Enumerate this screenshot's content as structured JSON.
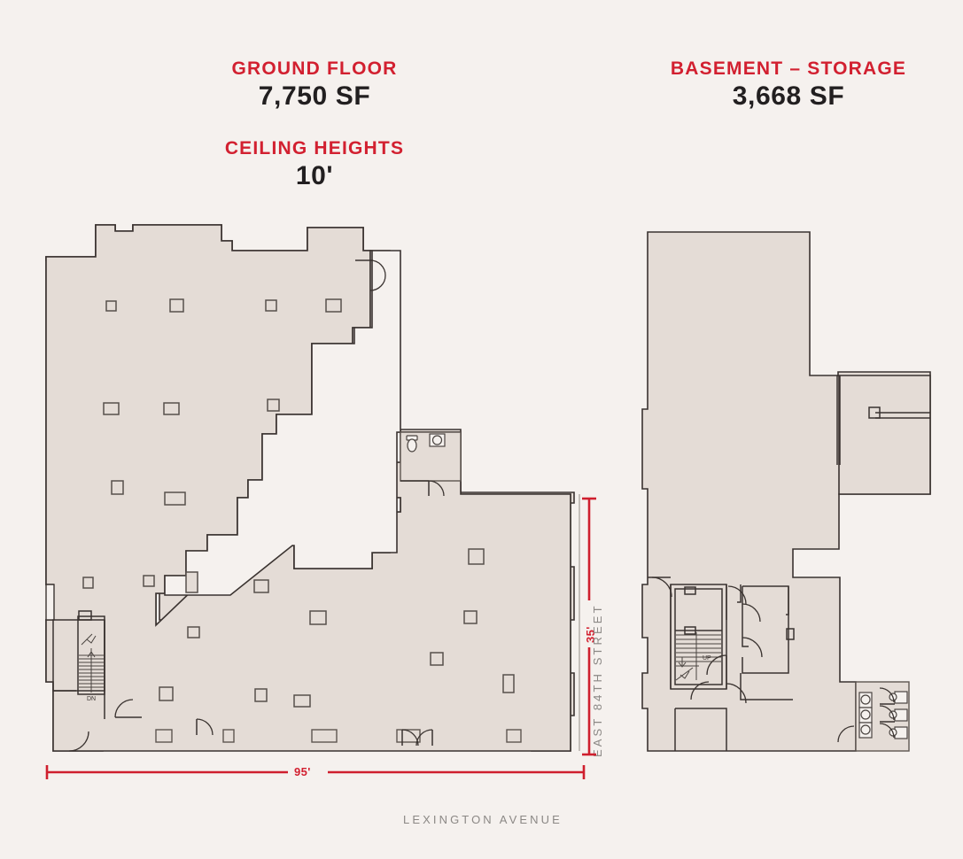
{
  "page": {
    "background_color": "#f5f1ee",
    "accent_color": "#d22030",
    "floor_fill_color": "#e4dcd6",
    "wall_stroke_color": "#3a3330",
    "street_label_color": "#8b8885"
  },
  "headings": {
    "ground": {
      "label": "GROUND FLOOR",
      "value": "7,750 SF"
    },
    "ceiling": {
      "label": "CEILING HEIGHTS",
      "value": "10'"
    },
    "basement": {
      "label": "BASEMENT – STORAGE",
      "value": "3,668 SF"
    }
  },
  "dimensions": {
    "width": {
      "value": "95'",
      "orientation": "horizontal"
    },
    "depth": {
      "value": "35'",
      "orientation": "vertical"
    }
  },
  "streets": {
    "bottom": "LEXINGTON AVENUE",
    "right": "EAST 84TH STREET"
  },
  "plans": [
    {
      "id": "ground-floor-plan",
      "name": "Ground Floor",
      "area_sf": "7,750 SF",
      "ceiling_height": "10'",
      "stair_label": "DN",
      "column_count": 28,
      "features": [
        "storefront-entry-doors",
        "stairwell",
        "restroom",
        "columns"
      ]
    },
    {
      "id": "basement-plan",
      "name": "Basement – Storage",
      "area_sf": "3,668 SF",
      "stair_label": "UP",
      "features": [
        "stairwell",
        "restrooms",
        "storage-rooms",
        "corridor"
      ]
    }
  ]
}
